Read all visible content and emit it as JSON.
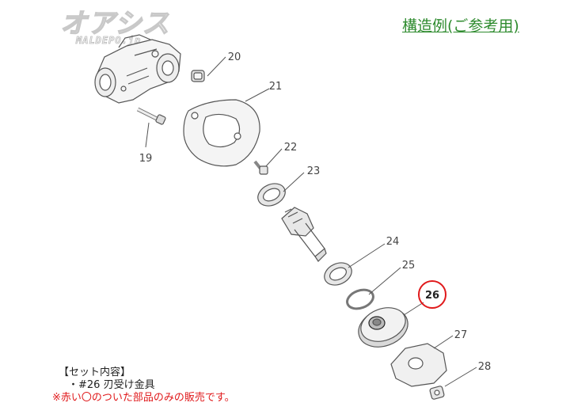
{
  "brand": {
    "logo_text": "オアシス",
    "logo_sub": "MALDEPO.jp"
  },
  "header": {
    "title": "構造例(ご参考用)"
  },
  "parts": [
    {
      "number": "19"
    },
    {
      "number": "20"
    },
    {
      "number": "21"
    },
    {
      "number": "22"
    },
    {
      "number": "23"
    },
    {
      "number": "24"
    },
    {
      "number": "25"
    },
    {
      "number": "26"
    },
    {
      "number": "27"
    },
    {
      "number": "28"
    }
  ],
  "highlight": {
    "number": "26",
    "color": "#e0191b"
  },
  "set_contents": {
    "heading": "【セット内容】",
    "item": "・#26 刃受け金具",
    "note": "※赤い〇のついた部品のみの販売です。"
  },
  "colors": {
    "title_green": "#2e8b2e",
    "note_red": "#e0191b",
    "line_gray": "#555555"
  }
}
